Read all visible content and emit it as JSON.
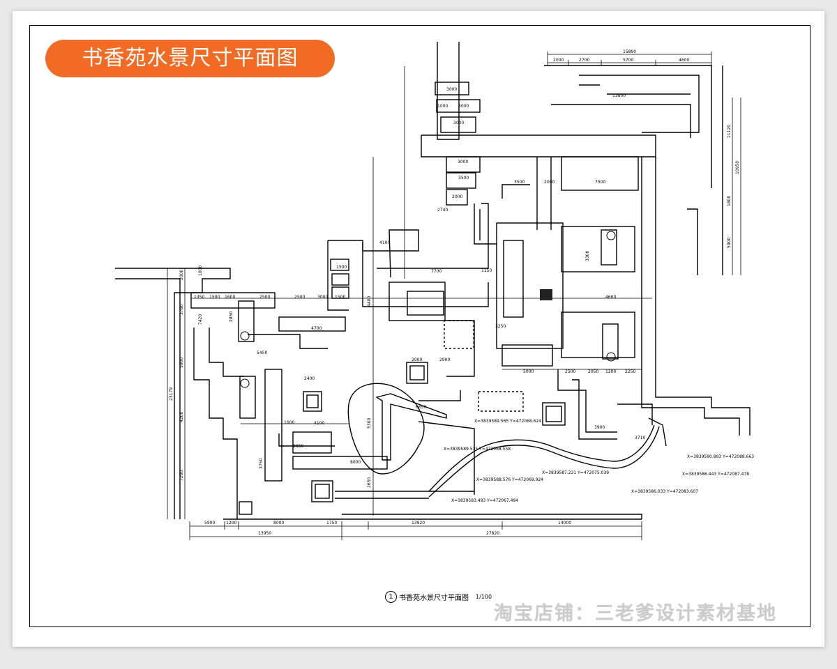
{
  "title": "书香苑水景尺寸平面图",
  "drawing_caption": {
    "number": "1",
    "name": "书香苑水景尺寸平面图",
    "scale": "1/100"
  },
  "watermark": "淘宝店铺：三老爹设计素材基地",
  "colors": {
    "title_pill": "#f26b25",
    "line": "#000000",
    "paper": "#ffffff"
  },
  "bottom_dimensions": [
    "5900",
    "1200",
    "8000",
    "1750",
    "13920",
    "14000"
  ],
  "bottom_totals": [
    "13950",
    "27820"
  ],
  "top_dimensions": [
    "15890",
    "2000",
    "2700",
    "5700",
    "4600"
  ],
  "left_dimensions": [
    "2000",
    "1000",
    "3780",
    "7420",
    "2850",
    "5900",
    "23179",
    "4200",
    "7200"
  ],
  "right_dimensions": [
    "11120",
    "10950",
    "1800",
    "5900"
  ],
  "coordinates": [
    "X=3839589.565 Y=472068.624",
    "X=3839589.535 Y=472068.558",
    "X=3839588.576 Y=472069.924",
    "X=3839583.493 Y=472067.494",
    "X=3839587.231 Y=472075.039",
    "X=3839586.033 Y=472083.607",
    "X=3839590.893 Y=472088.663",
    "X=3839586.443 Y=472087.478"
  ],
  "misc_labels": [
    "3000",
    "1000",
    "3000",
    "3000",
    "3000",
    "3500",
    "2000",
    "2740",
    "4100",
    "7700",
    "2500",
    "3500",
    "2000",
    "7500",
    "13800",
    "1500",
    "1600",
    "2500",
    "3000",
    "4400",
    "1150",
    "4700",
    "5450",
    "2400",
    "4100",
    "9650",
    "8000",
    "6650",
    "5000",
    "2500",
    "2050",
    "1200",
    "2250",
    "3250",
    "2900",
    "3900",
    "3710",
    "4600",
    "1350",
    "1500",
    "1600",
    "2000",
    "3300",
    "5300",
    "3750",
    "1500",
    "2650"
  ]
}
